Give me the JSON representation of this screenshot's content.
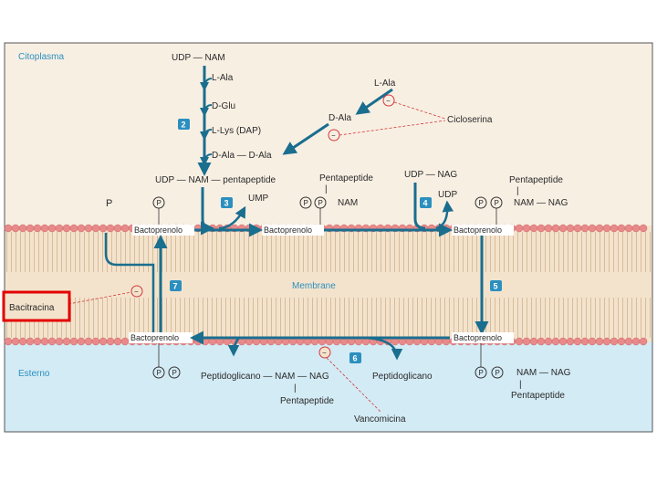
{
  "regions": {
    "cytoplasm": "Citoplasma",
    "membrane": "Membrane",
    "exterior": "Esterno"
  },
  "pathway": {
    "udp_nam": "UDP — NAM",
    "l_ala": "L-Ala",
    "d_glu": "D-Glu",
    "l_lys": "L-Lys (DAP)",
    "d_ala_d_ala": "D-Ala — D-Ala",
    "l_ala_2": "L-Ala",
    "d_ala": "D-Ala",
    "cicloserina": "Cicloserina",
    "udp_nam_penta": "UDP — NAM — pentapeptide",
    "p_label": "P",
    "p_circle": "P",
    "ump": "UMP",
    "pentapeptide_top": "Pentapeptide",
    "nam": "NAM",
    "udp_nag": "UDP — NAG",
    "udp": "UDP",
    "pentapeptide_top2": "Pentapeptide",
    "nam_nag": "NAM — NAG",
    "bactoprenolo": "Bactoprenolo",
    "bacitracina": "Bacitracina",
    "vancomicina": "Vancomicina",
    "peptidoglicano": "Peptidoglicano",
    "peptidoglicano_nam_nag": "Peptidoglicano — NAM — NAG",
    "pentapeptide_bottom": "Pentapeptide",
    "pentapeptide_bottom_right": "Pentapeptide",
    "inhibit": "−",
    "pipe": "|"
  },
  "steps": [
    "2",
    "3",
    "4",
    "5",
    "6",
    "7"
  ],
  "colors": {
    "arrow": "#1a6e8e",
    "step_badge": "#2b8fbf",
    "inhibitor": "#d23a3a",
    "membrane_fill": "#f4e3cc",
    "bead": "#e98a8a",
    "exterior_fill": "#d3ebf5",
    "cytoplasm_fill": "#f8efe3",
    "highlight_box": "#e30000"
  }
}
